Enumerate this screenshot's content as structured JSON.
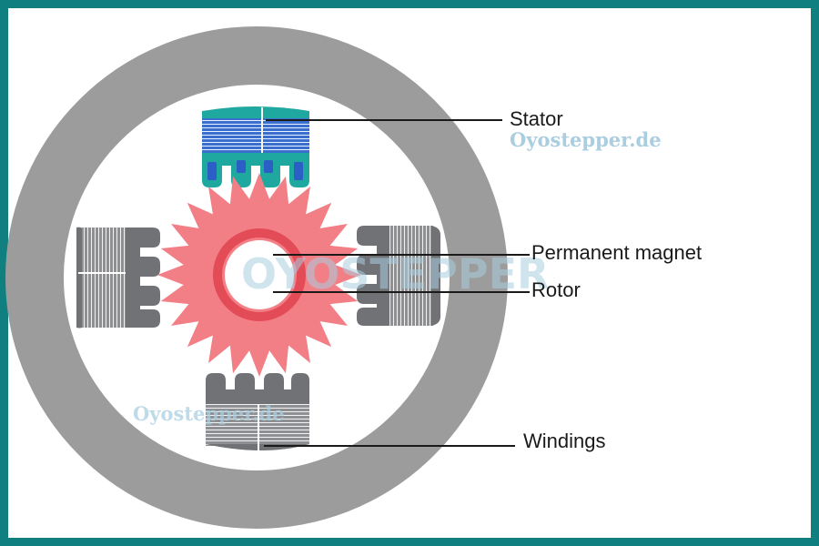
{
  "labels": {
    "stator": "Stator",
    "permanent_magnet": "Permanent magnet",
    "rotor": "Rotor",
    "windings": "Windings"
  },
  "watermarks": {
    "site_top": "Oyostepper.de",
    "site_bottom": "Oyostepper.de",
    "logo": "OYOSTEPPER"
  },
  "colors": {
    "border": "#0f7f80",
    "stator_ring": "#9c9c9c",
    "pole": "#707275",
    "top_pole": "#1ea8a0",
    "top_winding": "#3a6fd0",
    "rotor": "#f27f86",
    "magnet_ring": "#e34b57",
    "leader": "#1a1a1a",
    "watermark": "#aacde0"
  }
}
